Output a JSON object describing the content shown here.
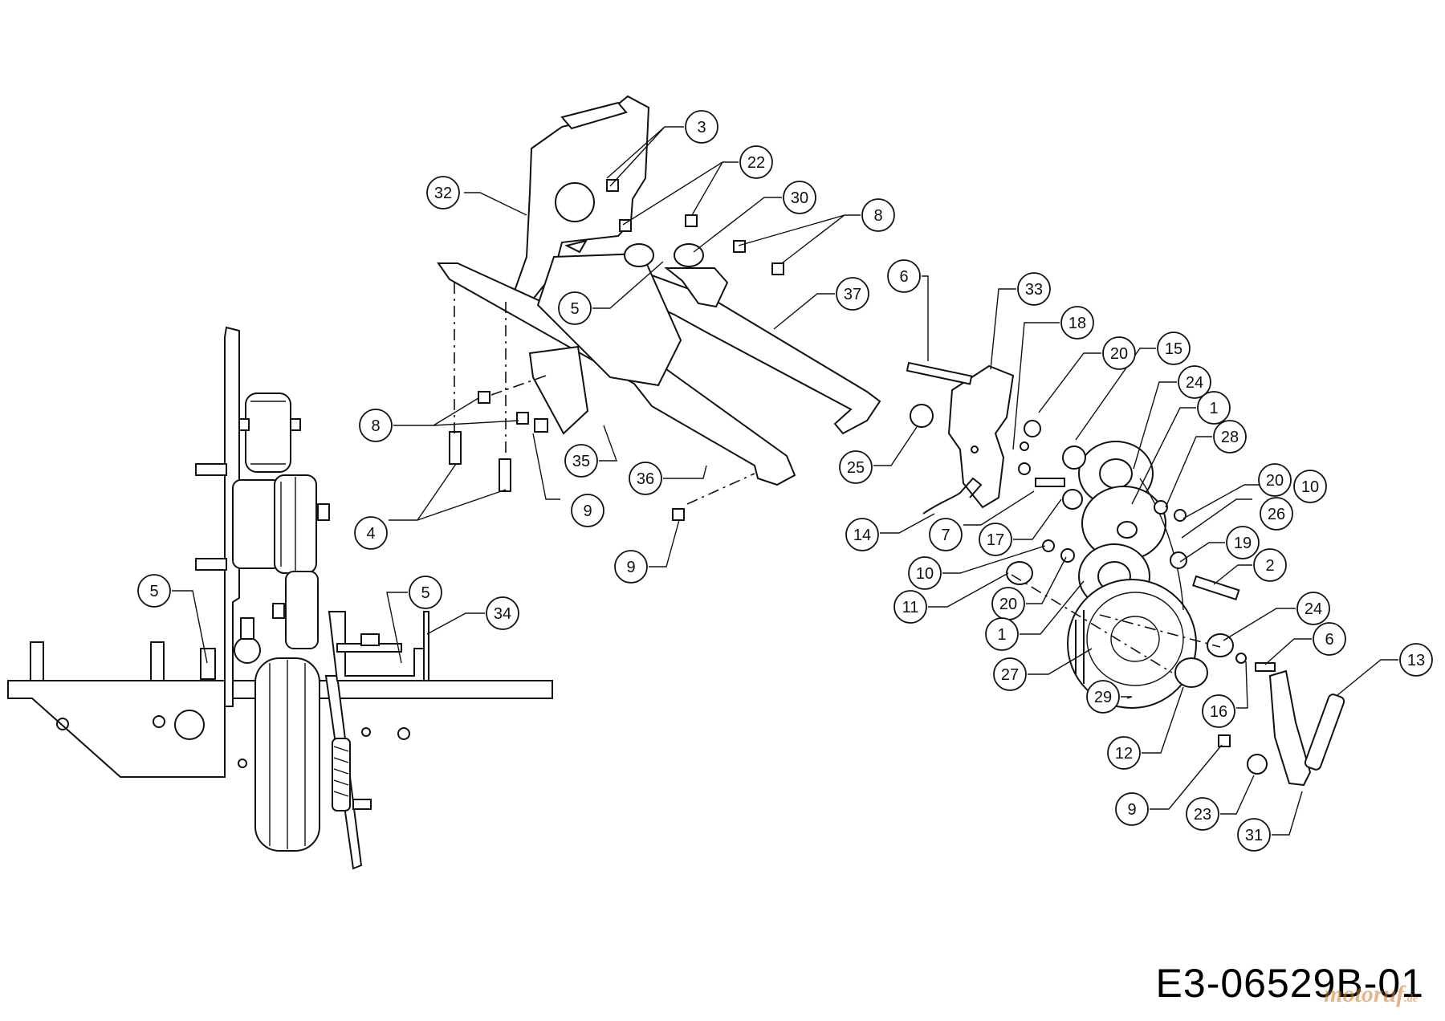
{
  "drawing_code": "E3-06529B-01",
  "watermark": {
    "text": "motoruf",
    "tld": ".de"
  },
  "callouts": [
    {
      "id": "c3",
      "label": "3"
    },
    {
      "id": "c22",
      "label": "22"
    },
    {
      "id": "c30",
      "label": "30"
    },
    {
      "id": "c8a",
      "label": "8"
    },
    {
      "id": "c32",
      "label": "32"
    },
    {
      "id": "c5a",
      "label": "5"
    },
    {
      "id": "c37",
      "label": "37"
    },
    {
      "id": "c6a",
      "label": "6"
    },
    {
      "id": "c33",
      "label": "33"
    },
    {
      "id": "c18",
      "label": "18"
    },
    {
      "id": "c20a",
      "label": "20"
    },
    {
      "id": "c15",
      "label": "15"
    },
    {
      "id": "c24a",
      "label": "24"
    },
    {
      "id": "c1a",
      "label": "1"
    },
    {
      "id": "c28",
      "label": "28"
    },
    {
      "id": "c20b",
      "label": "20"
    },
    {
      "id": "c10a",
      "label": "10"
    },
    {
      "id": "c26",
      "label": "26"
    },
    {
      "id": "c8b",
      "label": "8"
    },
    {
      "id": "c35",
      "label": "35"
    },
    {
      "id": "c36",
      "label": "36"
    },
    {
      "id": "c9a",
      "label": "9"
    },
    {
      "id": "c4",
      "label": "4"
    },
    {
      "id": "c9b",
      "label": "9"
    },
    {
      "id": "c25",
      "label": "25"
    },
    {
      "id": "c14",
      "label": "14"
    },
    {
      "id": "c7",
      "label": "7"
    },
    {
      "id": "c17",
      "label": "17"
    },
    {
      "id": "c19",
      "label": "19"
    },
    {
      "id": "c10b",
      "label": "10"
    },
    {
      "id": "c2",
      "label": "2"
    },
    {
      "id": "c11",
      "label": "11"
    },
    {
      "id": "c20c",
      "label": "20"
    },
    {
      "id": "c24b",
      "label": "24"
    },
    {
      "id": "c1b",
      "label": "1"
    },
    {
      "id": "c6b",
      "label": "6"
    },
    {
      "id": "c27",
      "label": "27"
    },
    {
      "id": "c13",
      "label": "13"
    },
    {
      "id": "c29",
      "label": "29"
    },
    {
      "id": "c16",
      "label": "16"
    },
    {
      "id": "c12",
      "label": "12"
    },
    {
      "id": "c9c",
      "label": "9"
    },
    {
      "id": "c23",
      "label": "23"
    },
    {
      "id": "c31",
      "label": "31"
    },
    {
      "id": "c5b",
      "label": "5"
    },
    {
      "id": "c5c",
      "label": "5"
    },
    {
      "id": "c34",
      "label": "34"
    }
  ]
}
